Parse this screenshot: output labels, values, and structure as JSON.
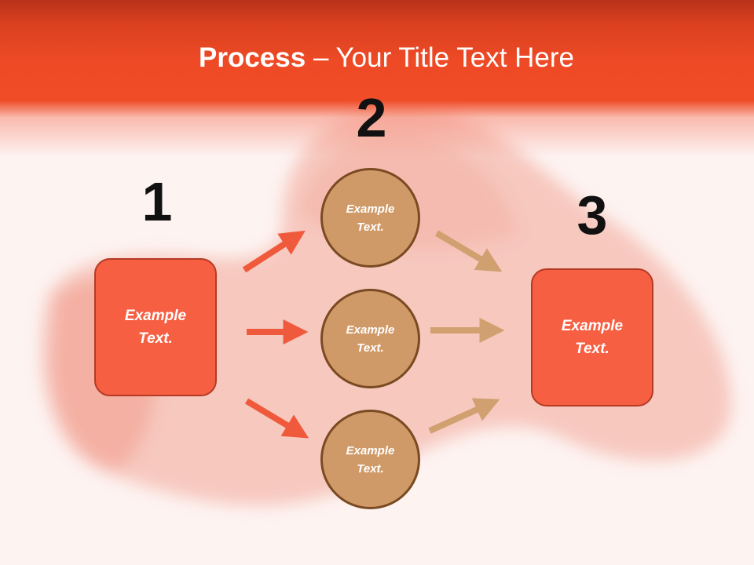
{
  "title": {
    "bold": "Process",
    "rest": " – Your Title Text Here"
  },
  "steps": {
    "one": "1",
    "two": "2",
    "three": "3"
  },
  "boxes": {
    "left": {
      "line1": "Example",
      "line2": "Text."
    },
    "right": {
      "line1": "Example",
      "line2": "Text."
    }
  },
  "circles": [
    {
      "line1": "Example",
      "line2": "Text."
    },
    {
      "line1": "Example",
      "line2": "Text."
    },
    {
      "line1": "Example",
      "line2": "Text."
    }
  ],
  "colors": {
    "header": "#f04c28",
    "box_fill": "#f65f42",
    "circle_fill": "#d09a68",
    "arrow_red": "#f05a3c",
    "arrow_tan": "#d0a070"
  }
}
